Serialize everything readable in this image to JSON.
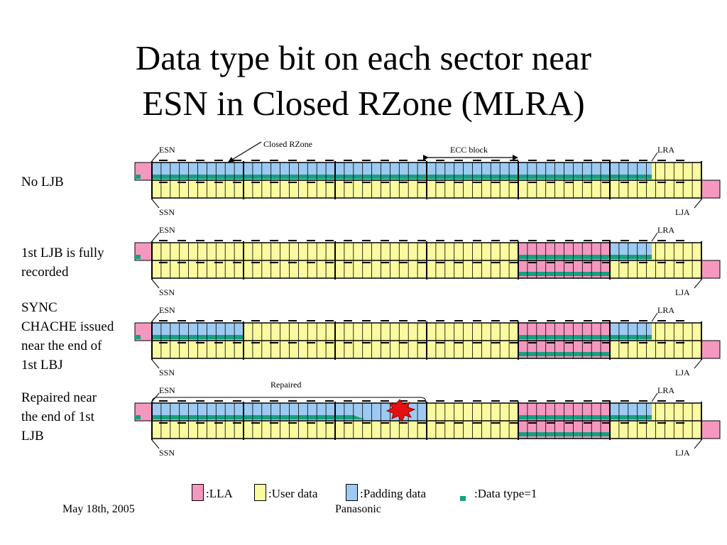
{
  "title": {
    "line1": "Data type bit on each sector near",
    "line2": "ESN in Closed RZone (MLRA)"
  },
  "annotations": {
    "closed_rzone": "Closed RZone",
    "ecc_block": "ECC block",
    "repaired": "Repaired"
  },
  "markers": {
    "esn": "ESN",
    "lra": "LRA",
    "ssn": "SSN",
    "lja": "LJA"
  },
  "rows": [
    {
      "label": [
        "No LJB"
      ]
    },
    {
      "label": [
        "1st LJB is fully",
        "recorded"
      ]
    },
    {
      "label": [
        "SYNC",
        "CHACHE issued",
        "near the end of",
        "1st LBJ"
      ]
    },
    {
      "label": [
        "Repaired near",
        "the end of 1st",
        "LJB"
      ]
    }
  ],
  "legend": [
    {
      "label": "LLA",
      "color": "#f598c0"
    },
    {
      "label": "User data",
      "color": "#fafaa0"
    },
    {
      "label": "Padding data",
      "color": "#9ccaf2"
    },
    {
      "label": "Data type=1",
      "color": "#16a080"
    }
  ],
  "legend_separator": ":",
  "footer": {
    "date": "May 18th, 2005",
    "company": "Panasonic"
  },
  "colors": {
    "lla": "#f598c0",
    "user_data": "#fafaa0",
    "padding": "#9ccaf2",
    "data_type": "#16a080",
    "repair_mark": "#e51010"
  }
}
